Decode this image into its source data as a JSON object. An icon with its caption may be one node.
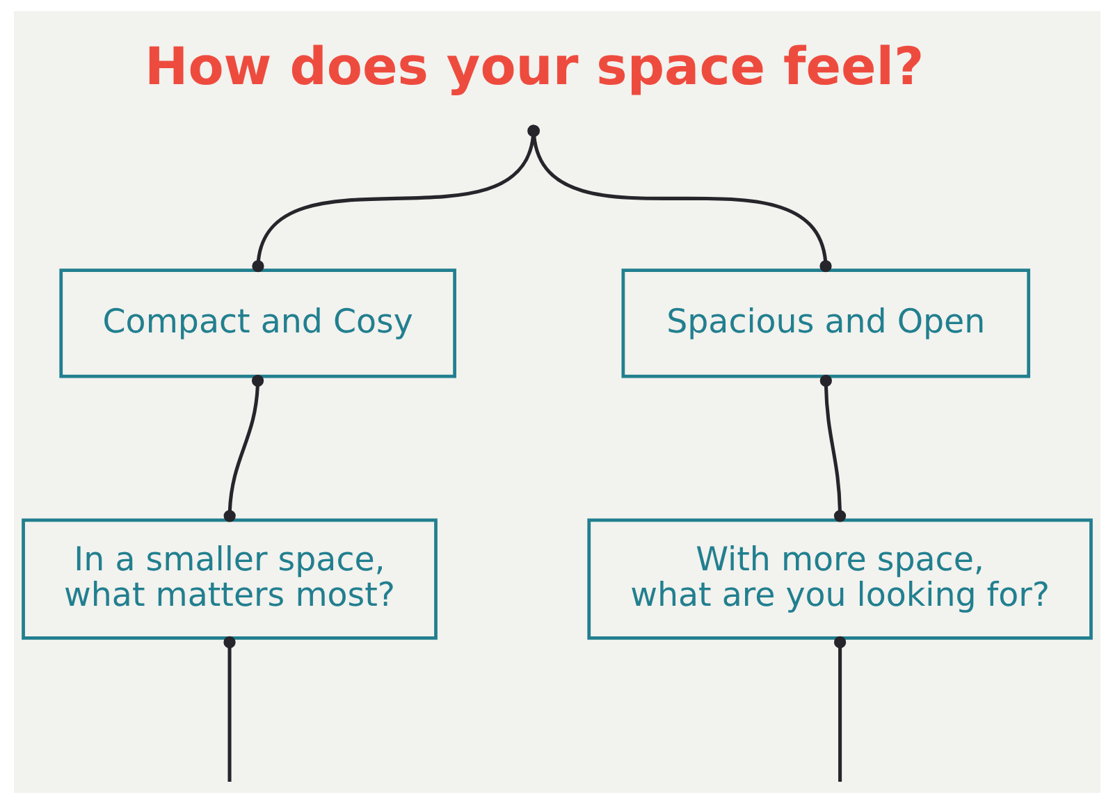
{
  "diagram": {
    "nodes": [
      {
        "text": [
          "How does your space feel?"
        ]
      },
      {
        "text": [
          "Compact and Cosy"
        ]
      },
      {
        "text": [
          "Spacious and Open"
        ]
      },
      {
        "text": [
          "In a smaller space, what matters most?"
        ]
      },
      {
        "text": [
          "With more space, what are you looking for?"
        ]
      }
    ],
    "edges": [
      {
        "from": 0,
        "to": 1,
        "arrow": "other"
      },
      {
        "from": 0,
        "to": 2,
        "arrow": "other"
      },
      {
        "from": 1,
        "to": 3,
        "arrow": "other"
      },
      {
        "from": 2,
        "to": 4,
        "arrow": "other"
      },
      {
        "from": 3,
        "to": null,
        "arrow": "other"
      },
      {
        "from": 4,
        "to": null,
        "arrow": "other"
      }
    ]
  }
}
